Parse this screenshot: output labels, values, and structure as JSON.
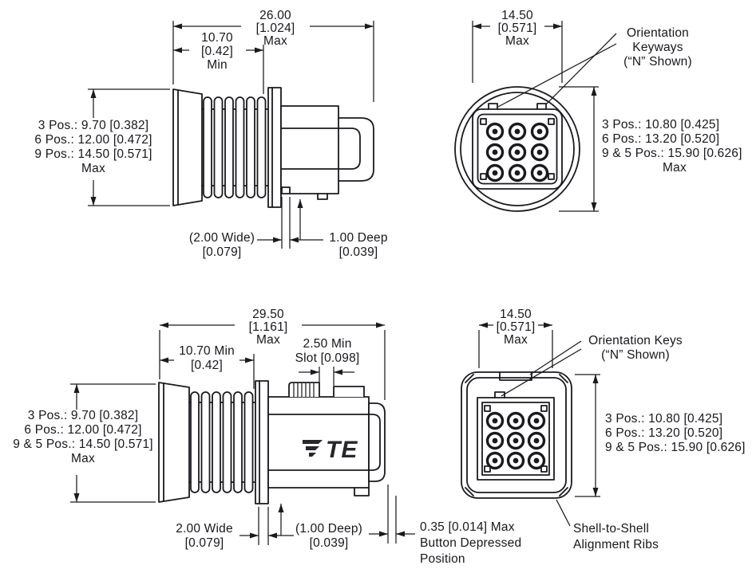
{
  "views": {
    "receptacle_side": {
      "overall": [
        "26.00",
        "[1.024]",
        "Max"
      ],
      "seal_length": [
        "10.70",
        "[0.42]",
        "Min"
      ],
      "height": [
        "3 Pos.: 9.70 [0.382]",
        "6 Pos.: 12.00 [0.472]",
        "9 Pos.: 14.50 [0.571]",
        "Max"
      ],
      "groove_width": [
        "(2.00 Wide)",
        "[0.079]"
      ],
      "groove_depth": [
        "1.00 Deep",
        "[0.039]"
      ]
    },
    "receptacle_front": {
      "width": [
        "14.50",
        "[0.571]",
        "Max"
      ],
      "keyways_note": [
        "Orientation",
        "Keyways",
        "(“N” Shown)"
      ],
      "diameter": [
        "3 Pos.: 10.80 [0.425]",
        "6 Pos.: 13.20 [0.520]",
        "9 & 5 Pos.: 15.90 [0.626]",
        "Max"
      ]
    },
    "plug_side": {
      "overall": [
        "29.50",
        "[1.161]",
        "Max"
      ],
      "seal_length": [
        "10.70 Min",
        "[0.42]"
      ],
      "slot": [
        "2.50 Min",
        "Slot [0.098]"
      ],
      "height": [
        "3 Pos.: 9.70 [0.382]",
        "6 Pos.: 12.00 [0.472]",
        "9 & 5 Pos.: 14.50 [0.571]",
        "Max"
      ],
      "groove_width": [
        "2.00 Wide",
        "[0.079]"
      ],
      "groove_depth": [
        "(1.00 Deep)",
        "[0.039]"
      ],
      "button": [
        "0.35 [0.014] Max",
        "Button Depressed",
        "Position"
      ],
      "logo": "TE"
    },
    "plug_front": {
      "width": [
        "14.50",
        "[0.571]",
        "Max"
      ],
      "keys_note": [
        "Orientation Keys",
        "(“N” Shown)"
      ],
      "diameter": [
        "3 Pos.: 10.80 [0.425]",
        "6 Pos.: 13.20 [0.520]",
        "9 & 5 Pos.: 15.90 [0.626]"
      ],
      "ribs_note": [
        "Shell-to-Shell",
        "Alignment Ribs"
      ]
    }
  }
}
